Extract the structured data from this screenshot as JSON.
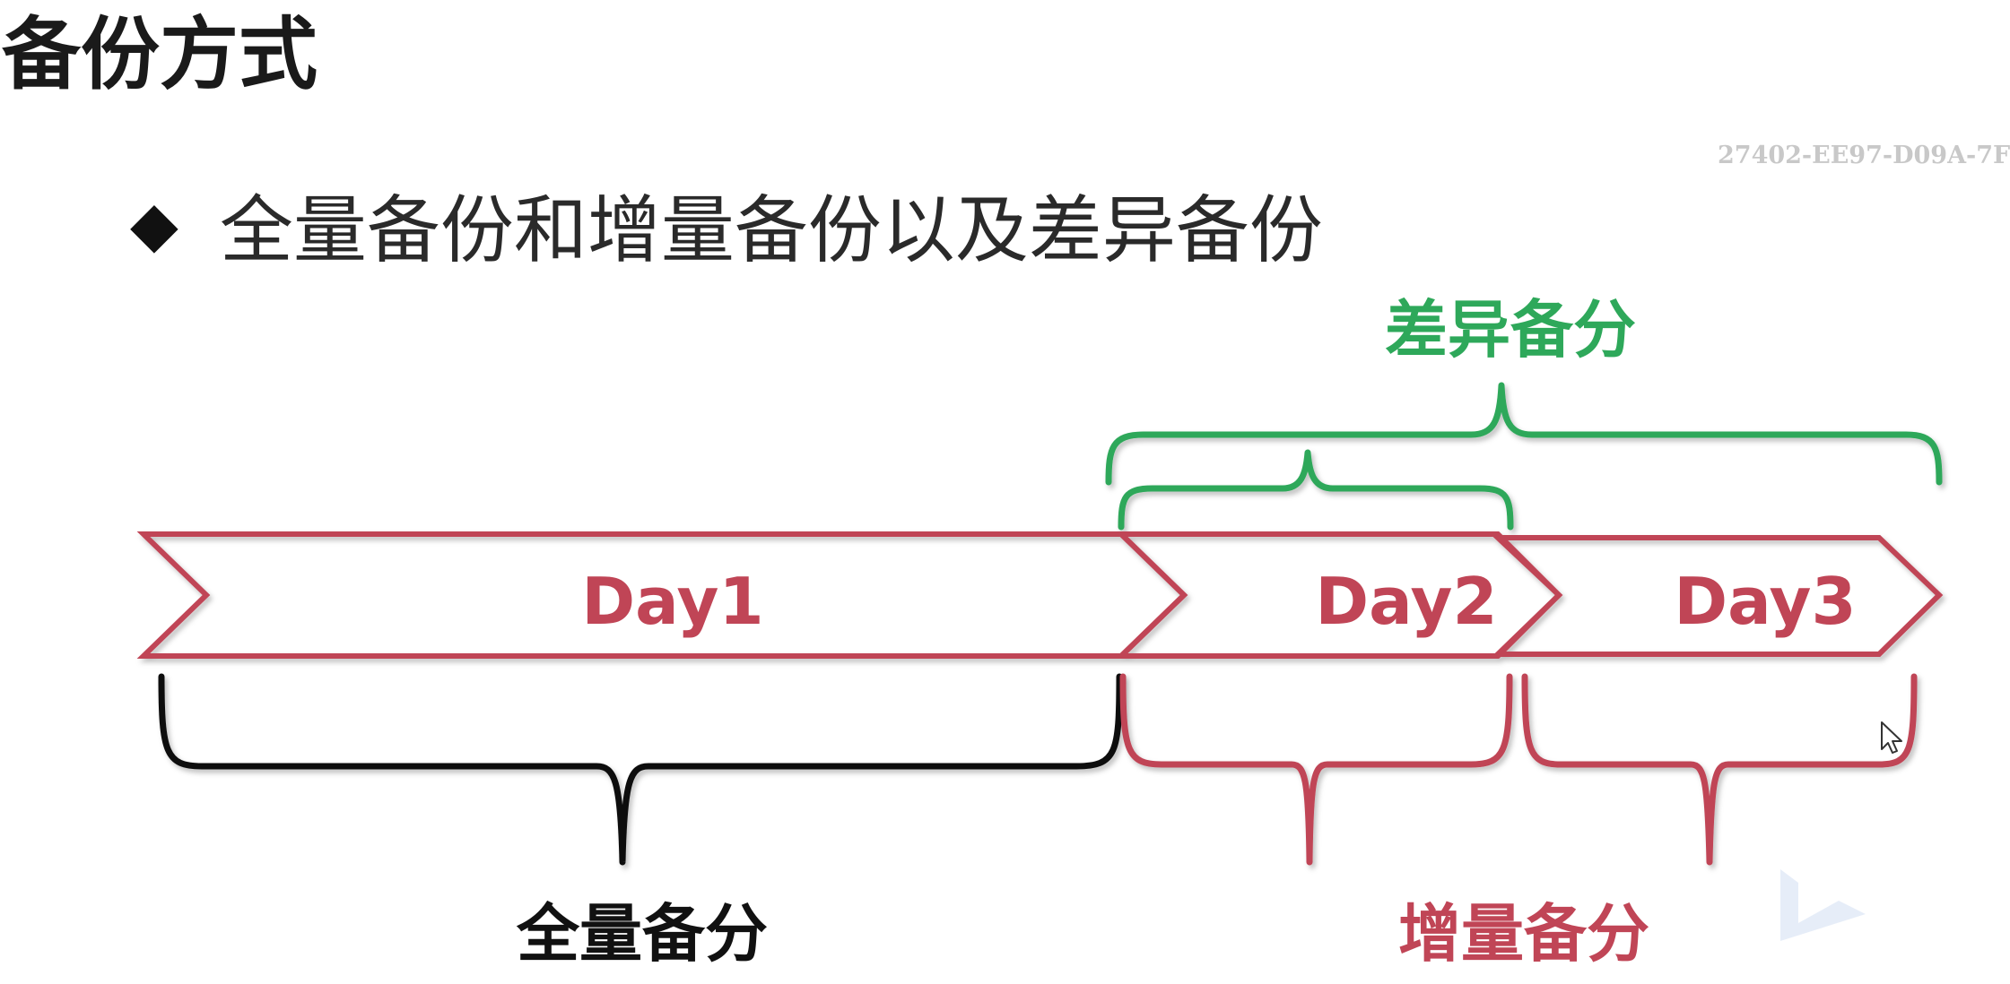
{
  "title": "备份方式",
  "watermark_id": "27402-EE97-D09A-7F",
  "bullet": {
    "icon": "◆",
    "text": "全量备份和增量备份以及差异备份"
  },
  "diagram": {
    "days": [
      {
        "label": "Day1"
      },
      {
        "label": "Day2"
      },
      {
        "label": "Day3"
      }
    ],
    "labels": {
      "differential": "差异备分",
      "full": "全量备分",
      "incremental": "增量备分"
    },
    "colors": {
      "day_arrow": "#c04556",
      "differential": "#2ea85a",
      "full": "#111111",
      "incremental": "#c04556"
    }
  }
}
